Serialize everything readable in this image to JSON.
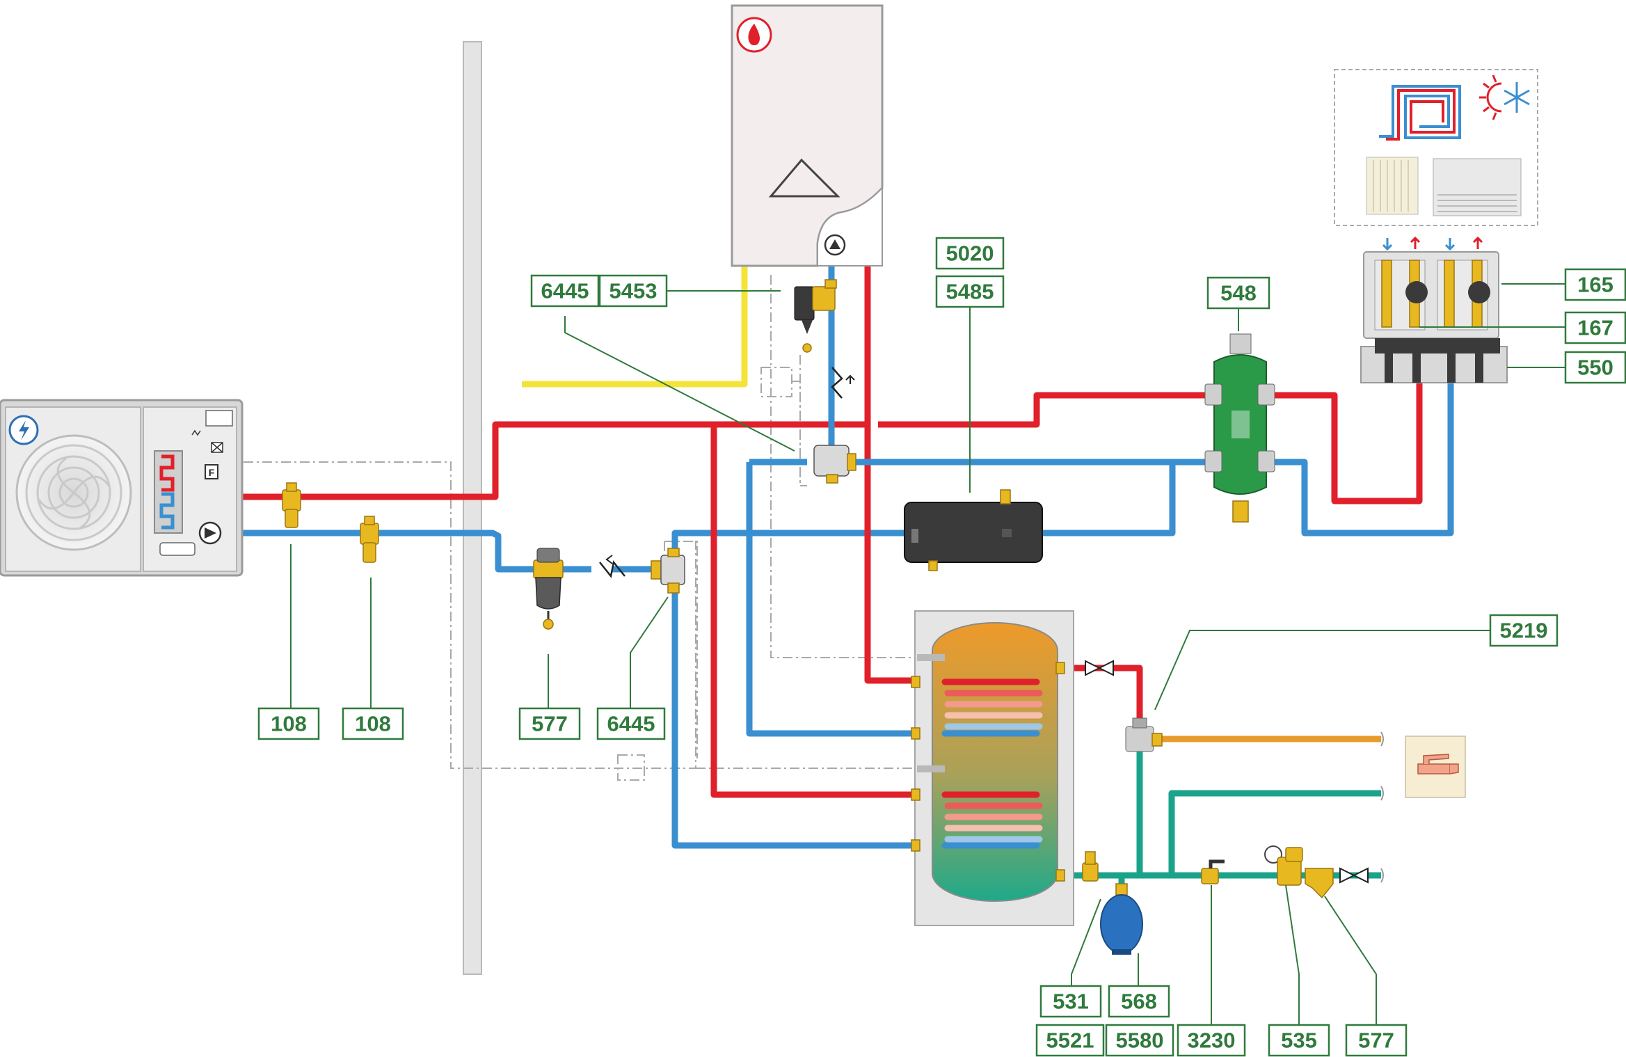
{
  "colors": {
    "hot_pipe": "#e0202a",
    "cold_pipe": "#3a8fd0",
    "domestic_hot_pipe": "#e89a2a",
    "domestic_cold_pipe": "#1aa38a",
    "gas_pipe": "#f4e43a",
    "label_green": "#2f7a3c"
  },
  "icons": {
    "heat_pump_badge": "lightning-icon",
    "boiler_badge": "flame-icon",
    "terminals": [
      "underfloor-heating-icon",
      "heat-cool-icon",
      "radiator-icon",
      "fan-coil-icon"
    ],
    "tap": "tap-icon"
  },
  "heat_pump": {
    "flow_meter_letter": "F"
  },
  "labels": {
    "hp_supply_item": "108",
    "hp_return_item": "108",
    "dirt_separator": "577",
    "hp_diverter": "6445",
    "boiler_diverter": "6445",
    "boiler_separator": "5453",
    "buffer_line1": "5020",
    "buffer_line2": "5485",
    "hydraulic_separator": "548",
    "manifold_top": "165",
    "manifold_mid": "167",
    "manifold_base": "550",
    "mixing_valve": "5219",
    "safety_valve_line1": "531",
    "safety_valve_line2": "5521",
    "expansion_vessel_line1": "568",
    "expansion_vessel_line2": "5580",
    "ball_valve": "3230",
    "pressure_reducer": "535",
    "filter": "577"
  }
}
